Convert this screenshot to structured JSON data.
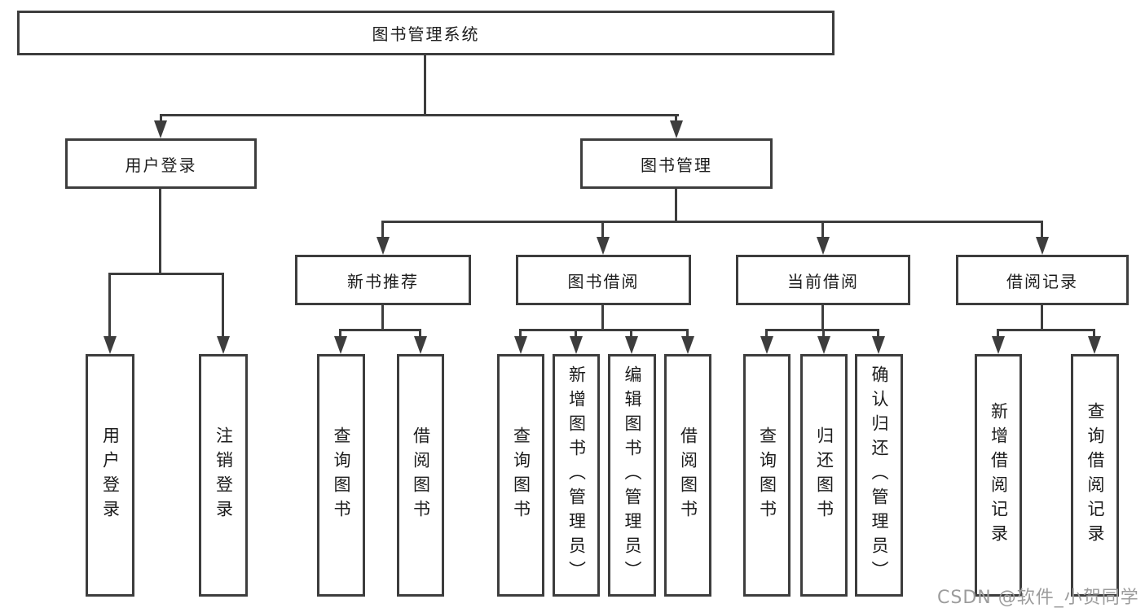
{
  "diagram": {
    "title": "图书管理系统",
    "nodes": {
      "root": "图书管理系统",
      "level2": [
        "用户登录",
        "图书管理"
      ],
      "level3": [
        "新书推荐",
        "图书借阅",
        "当前借阅",
        "借阅记录"
      ],
      "leaves_login": [
        "用户登录",
        "注销登录"
      ],
      "leaves_recommend": [
        "查询图书",
        "借阅图书"
      ],
      "leaves_borrow": [
        "查询图书",
        "新增图书（管理员）",
        "编辑图书（管理员）",
        "借阅图书"
      ],
      "leaves_current": [
        "查询图书",
        "归还图书",
        "确认归还（管理员）"
      ],
      "leaves_records": [
        "新增借阅记录",
        "查询借阅记录"
      ]
    },
    "watermark": "CSDN @软件_小贺同学",
    "colors": {
      "line": "#3d3d3d",
      "text": "#1c1c1c",
      "watermark": "#9c9c9c",
      "background": "#ffffff"
    }
  }
}
